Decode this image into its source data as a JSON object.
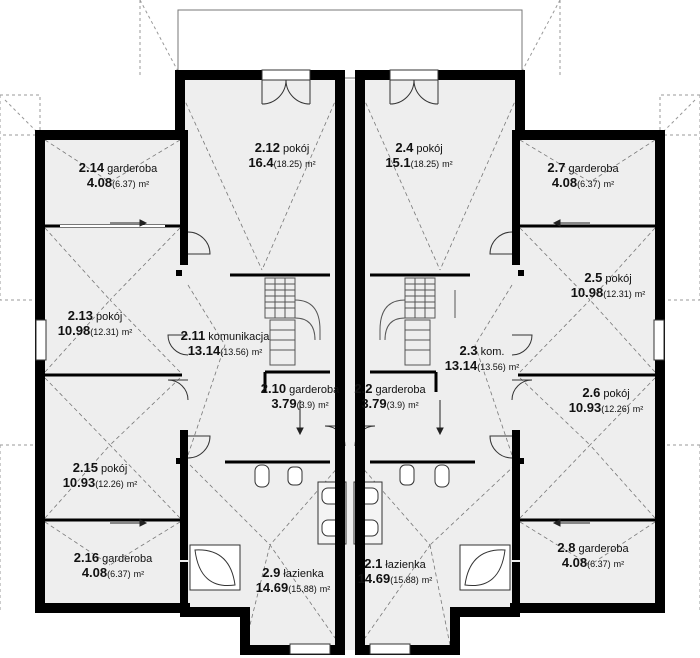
{
  "rooms": [
    {
      "id": "r212",
      "num": "2.12",
      "name": "pokój",
      "area": "16.4",
      "area2": "(18.25)",
      "unit": "m²"
    },
    {
      "id": "r24",
      "num": "2.4",
      "name": "pokój",
      "area": "15.1",
      "area2": "(18.25)",
      "unit": "m²"
    },
    {
      "id": "r214",
      "num": "2.14",
      "name": "garderoba",
      "area": "4.08",
      "area2": "(6.37)",
      "unit": "m²"
    },
    {
      "id": "r27",
      "num": "2.7",
      "name": "garderoba",
      "area": "4.08",
      "area2": "(6.37)",
      "unit": "m²"
    },
    {
      "id": "r25",
      "num": "2.5",
      "name": "pokój",
      "area": "10.98",
      "area2": "(12.31)",
      "unit": "m²"
    },
    {
      "id": "r213",
      "num": "2.13",
      "name": "pokój",
      "area": "10.98",
      "area2": "(12.31)",
      "unit": "m²"
    },
    {
      "id": "r211",
      "num": "2.11",
      "name": "komunikacja",
      "area": "13.14",
      "area2": "(13.56)",
      "unit": "m²"
    },
    {
      "id": "r23",
      "num": "2.3",
      "name": "kom.",
      "area": "13.14",
      "area2": "(13.56)",
      "unit": "m²"
    },
    {
      "id": "r210",
      "num": "2.10",
      "name": "garderoba",
      "area": "3.79",
      "area2": "(3.9)",
      "unit": "m²"
    },
    {
      "id": "r22",
      "num": "2.2",
      "name": "garderoba",
      "area": "3.79",
      "area2": "(3.9)",
      "unit": "m²"
    },
    {
      "id": "r26",
      "num": "2.6",
      "name": "pokój",
      "area": "10.93",
      "area2": "(12.26)",
      "unit": "m²"
    },
    {
      "id": "r215",
      "num": "2.15",
      "name": "pokój",
      "area": "10.93",
      "area2": "(12.26)",
      "unit": "m²"
    },
    {
      "id": "r216",
      "num": "2.16",
      "name": "garderoba",
      "area": "4.08",
      "area2": "(6.37)",
      "unit": "m²"
    },
    {
      "id": "r28",
      "num": "2.8",
      "name": "garderoba",
      "area": "4.08",
      "area2": "(6.37)",
      "unit": "m²"
    },
    {
      "id": "r29",
      "num": "2.9",
      "name": "łazienka",
      "area": "14.69",
      "area2": "(15.88)",
      "unit": "m²"
    },
    {
      "id": "r21",
      "num": "2.1",
      "name": "łazienka",
      "area": "14.69",
      "area2": "(15.88)",
      "unit": "m²"
    }
  ],
  "colors": {
    "wall": "#000000",
    "floor": "#eeeeee",
    "line": "#888888",
    "bg": "#ffffff"
  }
}
